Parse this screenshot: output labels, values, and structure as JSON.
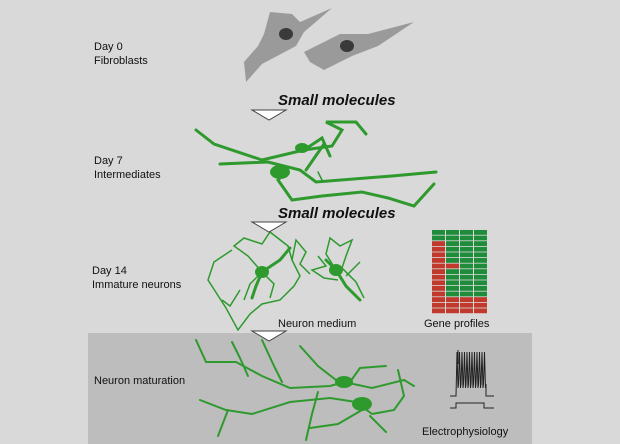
{
  "stages": [
    {
      "day": "Day 0",
      "cell": "Fibroblasts"
    },
    {
      "day": "Day 7",
      "cell": "Intermediates"
    },
    {
      "day": "Day 14",
      "cell": "Immature neurons"
    }
  ],
  "maturation_label": "Neuron maturation",
  "step_labels": [
    "Small molecules",
    "Small molecules",
    "Neuron medium"
  ],
  "captions": {
    "gene_profiles": "Gene profiles",
    "electrophysiology": "Electrophysiology"
  },
  "colors": {
    "background": "#d9d9d9",
    "panel": "#bdbdbd",
    "neuron": "#2e9a2e",
    "fibroblast": "#9a9a9a",
    "heat_red": "#c0392b",
    "heat_green": "#1e8c3a"
  }
}
